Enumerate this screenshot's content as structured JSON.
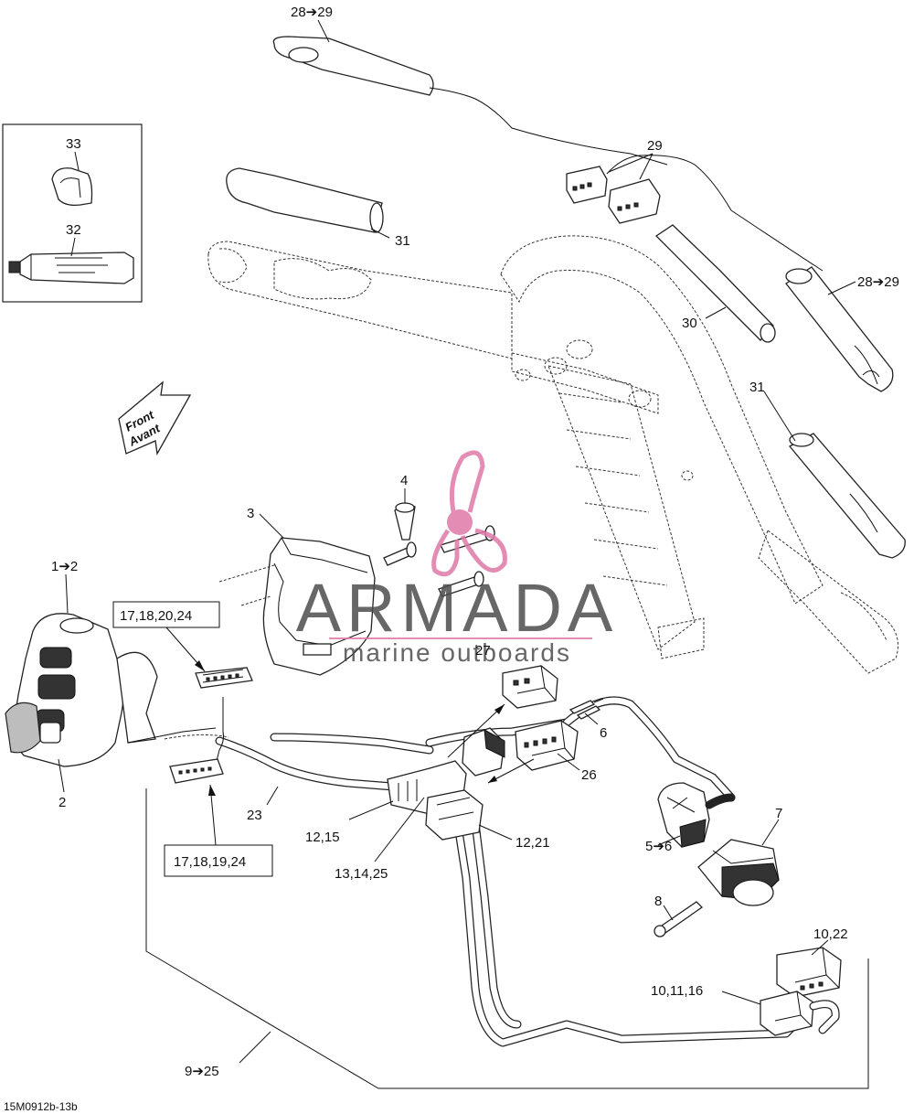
{
  "labels": {
    "l_28_29_top": "28➔29",
    "l_29": "29",
    "l_33": "33",
    "l_32": "32",
    "l_31_top": "31",
    "l_28_29_right": "28➔29",
    "l_30": "30",
    "l_31_right": "31",
    "l_4": "4",
    "l_3": "3",
    "l_1_2": "1➔2",
    "l_17_18_20_24": "17,18,20,24",
    "l_27": "27",
    "l_6": "6",
    "l_26": "26",
    "l_2": "2",
    "l_23": "23",
    "l_12_15": "12,15",
    "l_12_21": "12,21",
    "l_13_14_25": "13,14,25",
    "l_17_18_19_24": "17,18,19,24",
    "l_5_6": "5➔6",
    "l_7": "7",
    "l_8": "8",
    "l_10_22": "10,22",
    "l_10_11_16": "10,11,16",
    "l_9_25": "9➔25"
  },
  "front_arrow": {
    "line1": "Front",
    "line2": "Avant"
  },
  "watermark": {
    "brand": "ARMADA",
    "tagline": "marine outboards"
  },
  "figure_code": "15M0912b-13b",
  "colors": {
    "watermark_pink": "#e07aa8",
    "watermark_text": "#4d4d4d",
    "line": "#111111"
  }
}
